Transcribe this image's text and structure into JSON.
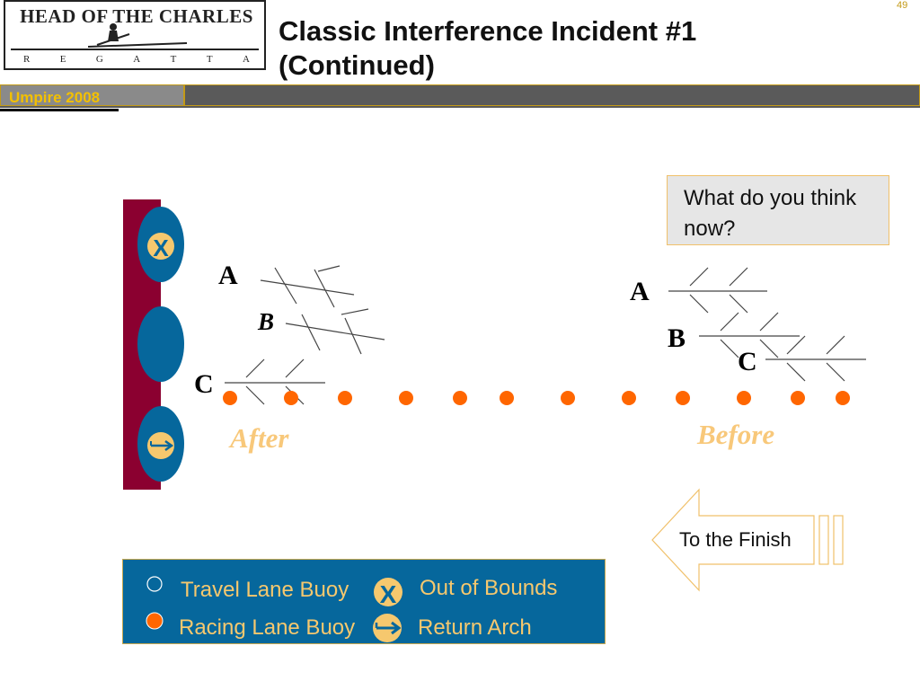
{
  "header": {
    "logo_name": "HEAD OF THE CHARLES",
    "logo_sub": [
      "R",
      "E",
      "G",
      "A",
      "T",
      "T",
      "A"
    ],
    "title_line1": "Classic Interference Incident #1",
    "title_line2": "(Continued)",
    "page_number": "49",
    "section_label": "Umpire 2008"
  },
  "callout": {
    "question": "What do you think now?"
  },
  "diagram": {
    "after": {
      "phase_label": "After",
      "boats": [
        {
          "label": "A"
        },
        {
          "label": "B"
        },
        {
          "label": "C"
        }
      ]
    },
    "before": {
      "phase_label": "Before",
      "boats": [
        {
          "label": "A"
        },
        {
          "label": "B"
        },
        {
          "label": "C"
        }
      ]
    },
    "arch_markers": [
      {
        "icon": "x-icon",
        "text": "X"
      },
      {
        "icon": "blank-circle-icon",
        "text": ""
      },
      {
        "icon": "arrow-right-icon",
        "text": ""
      }
    ],
    "racing_buoy_count": 12,
    "finish_label": "To the Finish"
  },
  "legend": {
    "items": [
      {
        "icon": "open-circle-icon",
        "label": "Travel Lane Buoy"
      },
      {
        "icon": "x-icon",
        "label": "Out of Bounds"
      },
      {
        "icon": "orange-dot-icon",
        "label": "Racing Lane Buoy"
      },
      {
        "icon": "arrow-right-icon",
        "label": "Return Arch"
      }
    ]
  },
  "colors": {
    "accent_gold": "#c39a17",
    "buoy_orange": "#ff6600",
    "arch_blue": "#06679c",
    "wall_maroon": "#8b0030",
    "phase_label": "#f8c87a",
    "icon_fill": "#f6c86e"
  }
}
